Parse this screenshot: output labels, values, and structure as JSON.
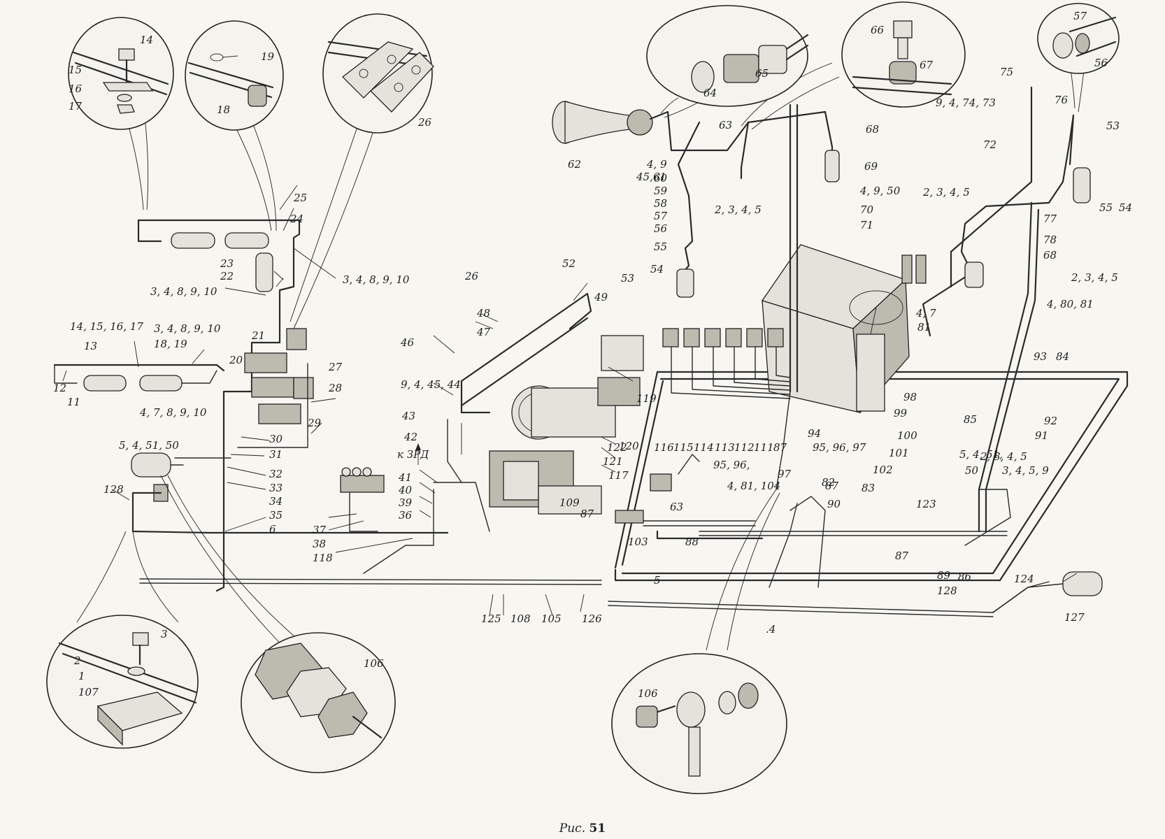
{
  "caption": {
    "prefix": "Рис.",
    "number": "51"
  },
  "annotations": {
    "zrd": "к ЗРД"
  },
  "labels": [
    "14",
    "15",
    "16",
    "17",
    "19",
    "18",
    "26",
    "66",
    "67",
    "65",
    "64",
    "57",
    "56",
    "62",
    "4, 9",
    "45,61",
    "63",
    "68",
    "69",
    "60",
    "59",
    "58",
    "57",
    "56",
    "55",
    "54",
    "53",
    "2, 3, 4, 5",
    "4, 9, 50",
    "70",
    "71",
    "75",
    "9, 4, 74, 73",
    "76",
    "72",
    "53",
    "55",
    "54",
    "2, 3, 4, 5",
    "77",
    "78",
    "68",
    "2, 3, 4, 5",
    "4, 80, 81",
    "4, 7",
    "81",
    "25",
    "24",
    "23",
    "22",
    "3, 4, 8, 9, 10",
    "3, 4, 8, 9, 10",
    "14, 15, 16, 17",
    "3, 4, 8, 9, 10",
    "13",
    "18, 19",
    "21",
    "20",
    "27",
    "28",
    "12",
    "11",
    "4, 7, 8, 9, 10",
    "29",
    "30",
    "31",
    "32",
    "33",
    "34",
    "35",
    "6",
    "128",
    "5, 4, 51, 50",
    "26",
    "52",
    "49",
    "48",
    "47",
    "46",
    "9, 4, 45, 44",
    "43",
    "42",
    "41",
    "40",
    "39",
    "36",
    "37",
    "38",
    "118",
    "119",
    "122",
    "120",
    "121",
    "117",
    "116",
    "115",
    "114",
    "113",
    "112",
    "111",
    "87",
    "95, 96,",
    "97",
    "94",
    "95, 96, 97",
    "98",
    "99",
    "100",
    "101",
    "102",
    "83",
    "82",
    "93",
    "84",
    "85",
    "92",
    "91",
    "5, 4, 51,",
    "50",
    "2, 3, 4, 5",
    "3, 4, 5, 9",
    "123",
    "109",
    "87",
    "63",
    "103",
    "4, 81, 104",
    "87",
    "90",
    "88",
    "87",
    "89",
    "86",
    "128",
    "124",
    "127",
    "126",
    "125",
    "108",
    "105",
    "5",
    ".4",
    "3",
    "2",
    "1",
    "107",
    "106",
    "106"
  ]
}
